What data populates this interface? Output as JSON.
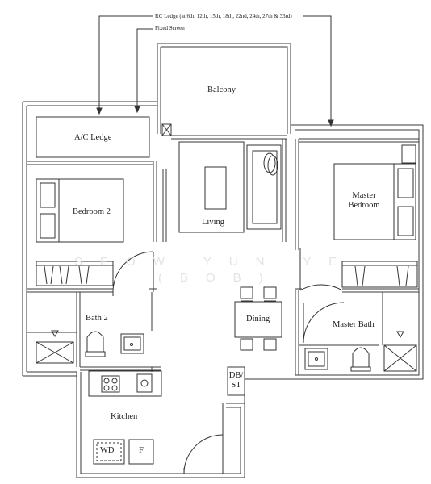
{
  "annotations": {
    "rc_ledge": "RC Ledge (at 6th, 12th, 15th, 18th, 22nd, 24th, 27th & 33rd)",
    "fixed_screen": "Fixed Screen"
  },
  "rooms": {
    "balcony": "Balcony",
    "ac_ledge": "A/C Ledge",
    "bedroom2": "Bedroom 2",
    "living": "Living",
    "master_bedroom_line1": "Master",
    "master_bedroom_line2": "Bedroom",
    "bath2": "Bath 2",
    "dining": "Dining",
    "master_bath": "Master Bath",
    "db_st_line1": "DB/",
    "db_st_line2": "ST",
    "kitchen": "Kitchen",
    "wd": "WD",
    "fridge": "F"
  },
  "watermark": {
    "line1": "SEOW YUN YE",
    "line2": "(BOB)"
  },
  "colors": {
    "wall": "#3a3a3a",
    "line": "#333333",
    "watermark": "#e3e3e3"
  }
}
